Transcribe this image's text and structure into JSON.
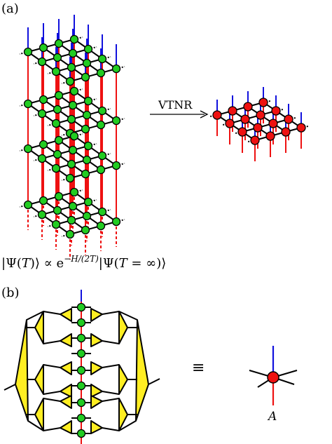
{
  "panel_a": {
    "label": "(a)",
    "arrow_label": "VTNR",
    "formula": "|Ψ(T)⟩ ∝ e−H/(2T)|Ψ(T = ∞)⟩",
    "formula_parts": {
      "lhs": "|Ψ(",
      "T1": "T",
      "mid": ")⟩ ∝ e",
      "exp": "−H/(2T)",
      "rhs_a": "|Ψ(",
      "T2": "T",
      "rhs_b": " = ∞)⟩"
    }
  },
  "panel_b": {
    "label": "(b)",
    "equiv": "≡",
    "tensor_label": "A"
  },
  "colors": {
    "green_node": "#22cc22",
    "red_node": "#ee1111",
    "red_leg": "#ee1111",
    "blue_leg": "#1111dd",
    "yellow_fill": "#ffee22",
    "line": "#000000"
  }
}
